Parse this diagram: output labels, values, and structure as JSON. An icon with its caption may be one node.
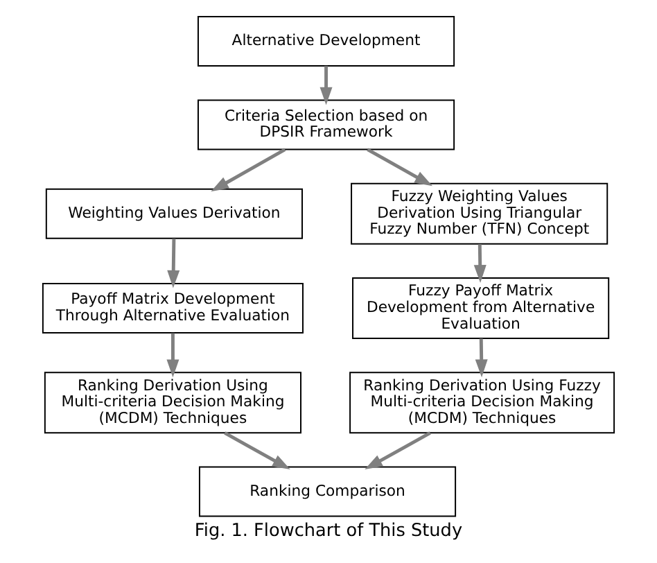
{
  "diagram": {
    "caption": "Fig. 1. Flowchart of This Study",
    "nodes": [
      {
        "text": [
          "Alternative Development"
        ]
      },
      {
        "text": [
          "Criteria Selection based on DPSIR Framework"
        ]
      },
      {
        "text": [
          "Weighting Values Derivation"
        ]
      },
      {
        "text": [
          "Fuzzy Weighting Values Derivation Using Triangular Fuzzy Number (TFN) Concept"
        ]
      },
      {
        "text": [
          "Payoff Matrix Development Through Alternative Evaluation"
        ]
      },
      {
        "text": [
          "Fuzzy Payoff Matrix Development from Alternative Evaluation"
        ]
      },
      {
        "text": [
          "Ranking Derivation Using Multi-criteria Decision Making (MCDM) Techniques"
        ]
      },
      {
        "text": [
          "Ranking Derivation Using Fuzzy Multi-criteria Decision Making (MCDM) Techniques"
        ]
      },
      {
        "text": [
          "Ranking Comparison"
        ]
      }
    ],
    "edges": [
      {
        "from": 0,
        "to": 1,
        "arrow": "to"
      },
      {
        "from": 1,
        "to": 2,
        "arrow": "to"
      },
      {
        "from": 1,
        "to": 3,
        "arrow": "to"
      },
      {
        "from": 2,
        "to": 4,
        "arrow": "to"
      },
      {
        "from": 4,
        "to": 6,
        "arrow": "to"
      },
      {
        "from": 3,
        "to": 5,
        "arrow": "to"
      },
      {
        "from": 5,
        "to": 7,
        "arrow": "to"
      },
      {
        "from": 6,
        "to": 8,
        "arrow": "to"
      },
      {
        "from": 7,
        "to": 8,
        "arrow": "to"
      }
    ]
  }
}
